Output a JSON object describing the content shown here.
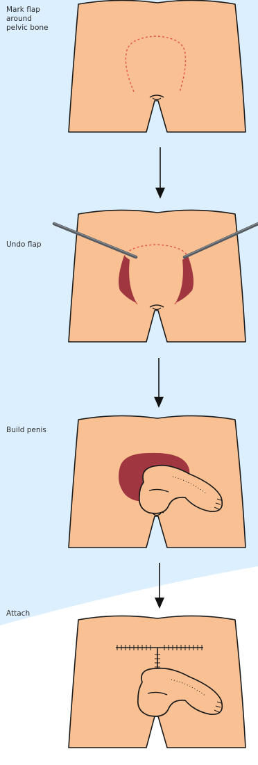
{
  "colors": {
    "background_band": "#dcefff",
    "skin": "#f9c193",
    "outline": "#1a1a1a",
    "dashed_mark": "#e25a4a",
    "flap_inner": "#a0363f",
    "arrow": "#111111",
    "instrument": "#555a60"
  },
  "steps": [
    {
      "label": "Mark flap\naround\npelvic bone"
    },
    {
      "label": "Undo flap"
    },
    {
      "label": "Build penis"
    },
    {
      "label": "Attach"
    }
  ]
}
